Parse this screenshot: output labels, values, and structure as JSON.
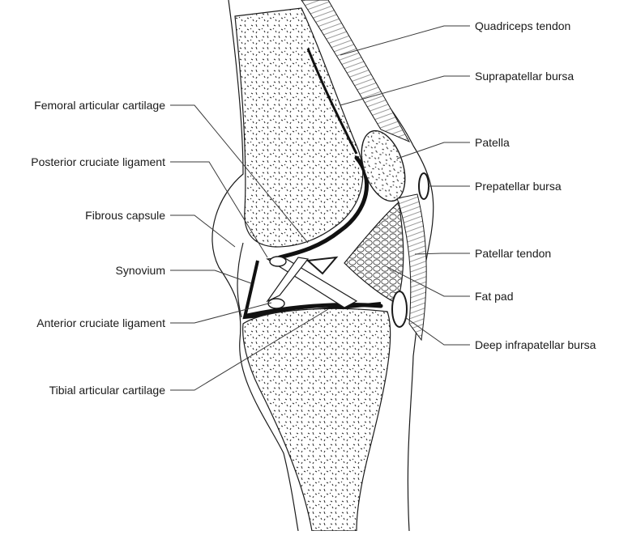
{
  "figure": {
    "background": "#ffffff",
    "ink": "#1a1a1a",
    "labels": {
      "quadriceps_tendon": "Quadriceps tendon",
      "suprapatellar_bursa": "Suprapatellar bursa",
      "femoral_articular_cartilage": "Femoral articular cartilage",
      "patella": "Patella",
      "posterior_cruciate_ligament": "Posterior cruciate ligament",
      "prepatellar_bursa": "Prepatellar bursa",
      "fibrous_capsule": "Fibrous capsule",
      "patellar_tendon": "Patellar tendon",
      "synovium": "Synovium",
      "fat_pad": "Fat pad",
      "anterior_cruciate_ligament": "Anterior cruciate ligament",
      "deep_infrapatellar_bursa": "Deep infrapatellar bursa",
      "tibial_articular_cartilage": "Tibial articular cartilage"
    }
  }
}
